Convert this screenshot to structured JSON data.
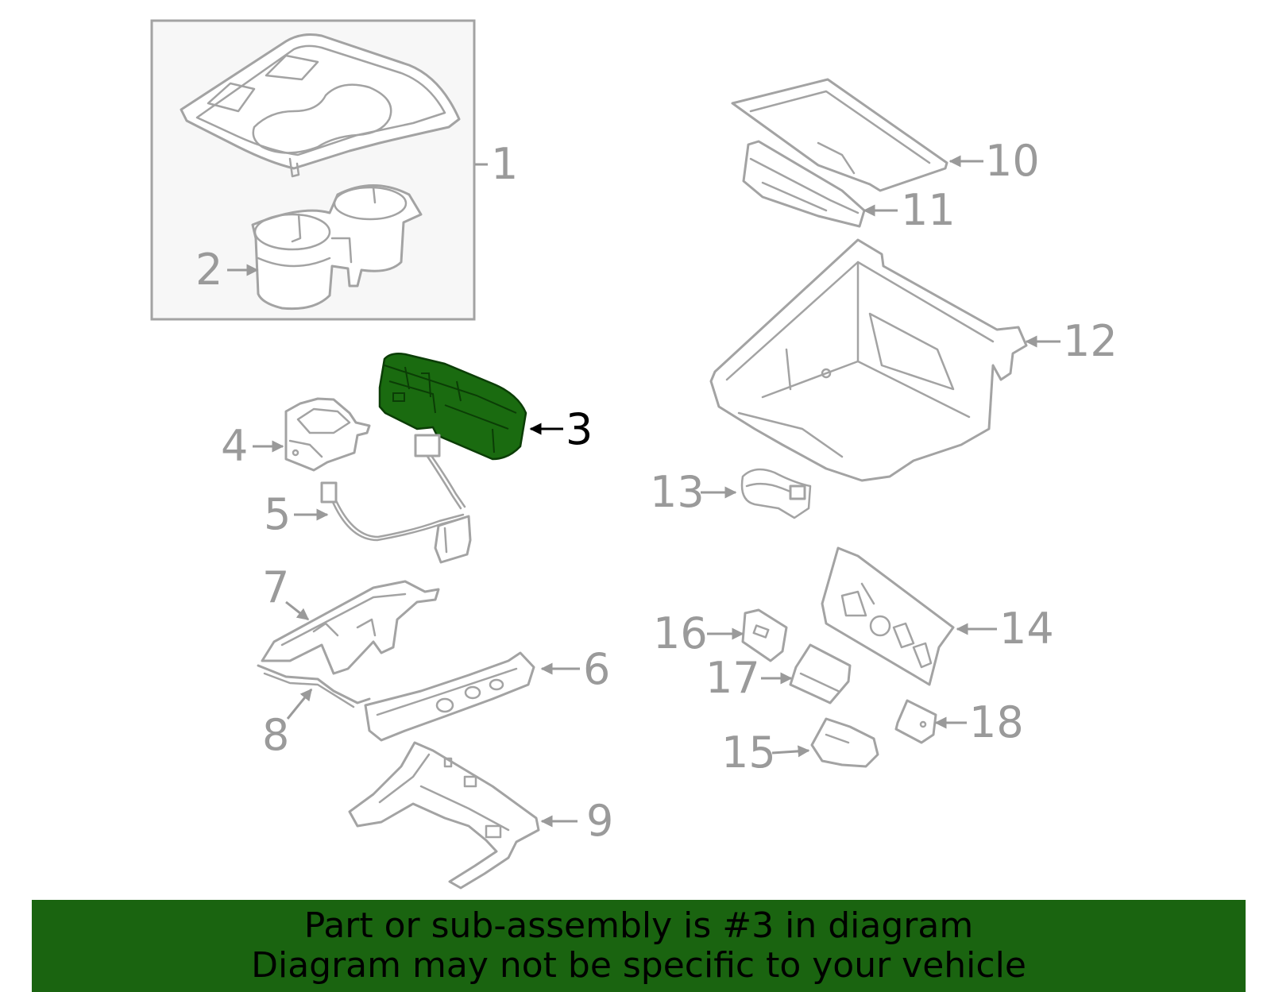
{
  "callouts": {
    "c1": "1",
    "c2": "2",
    "c3": "3",
    "c4": "4",
    "c5": "5",
    "c6": "6",
    "c7": "7",
    "c8": "8",
    "c9": "9",
    "c10": "10",
    "c11": "11",
    "c12": "12",
    "c13": "13",
    "c14": "14",
    "c15": "15",
    "c16": "16",
    "c17": "17",
    "c18": "18"
  },
  "highlighted_part": "3",
  "colors": {
    "highlight_fill": "#1a6b10",
    "banner_background": "#1a6410",
    "part_outline": "#a3a3a3",
    "callout_gray": "#9a9a9a",
    "callout_active": "#000000"
  },
  "banner": {
    "line1": "Part or sub-assembly is #3 in diagram",
    "line2": "Diagram may not be specific to your vehicle"
  }
}
